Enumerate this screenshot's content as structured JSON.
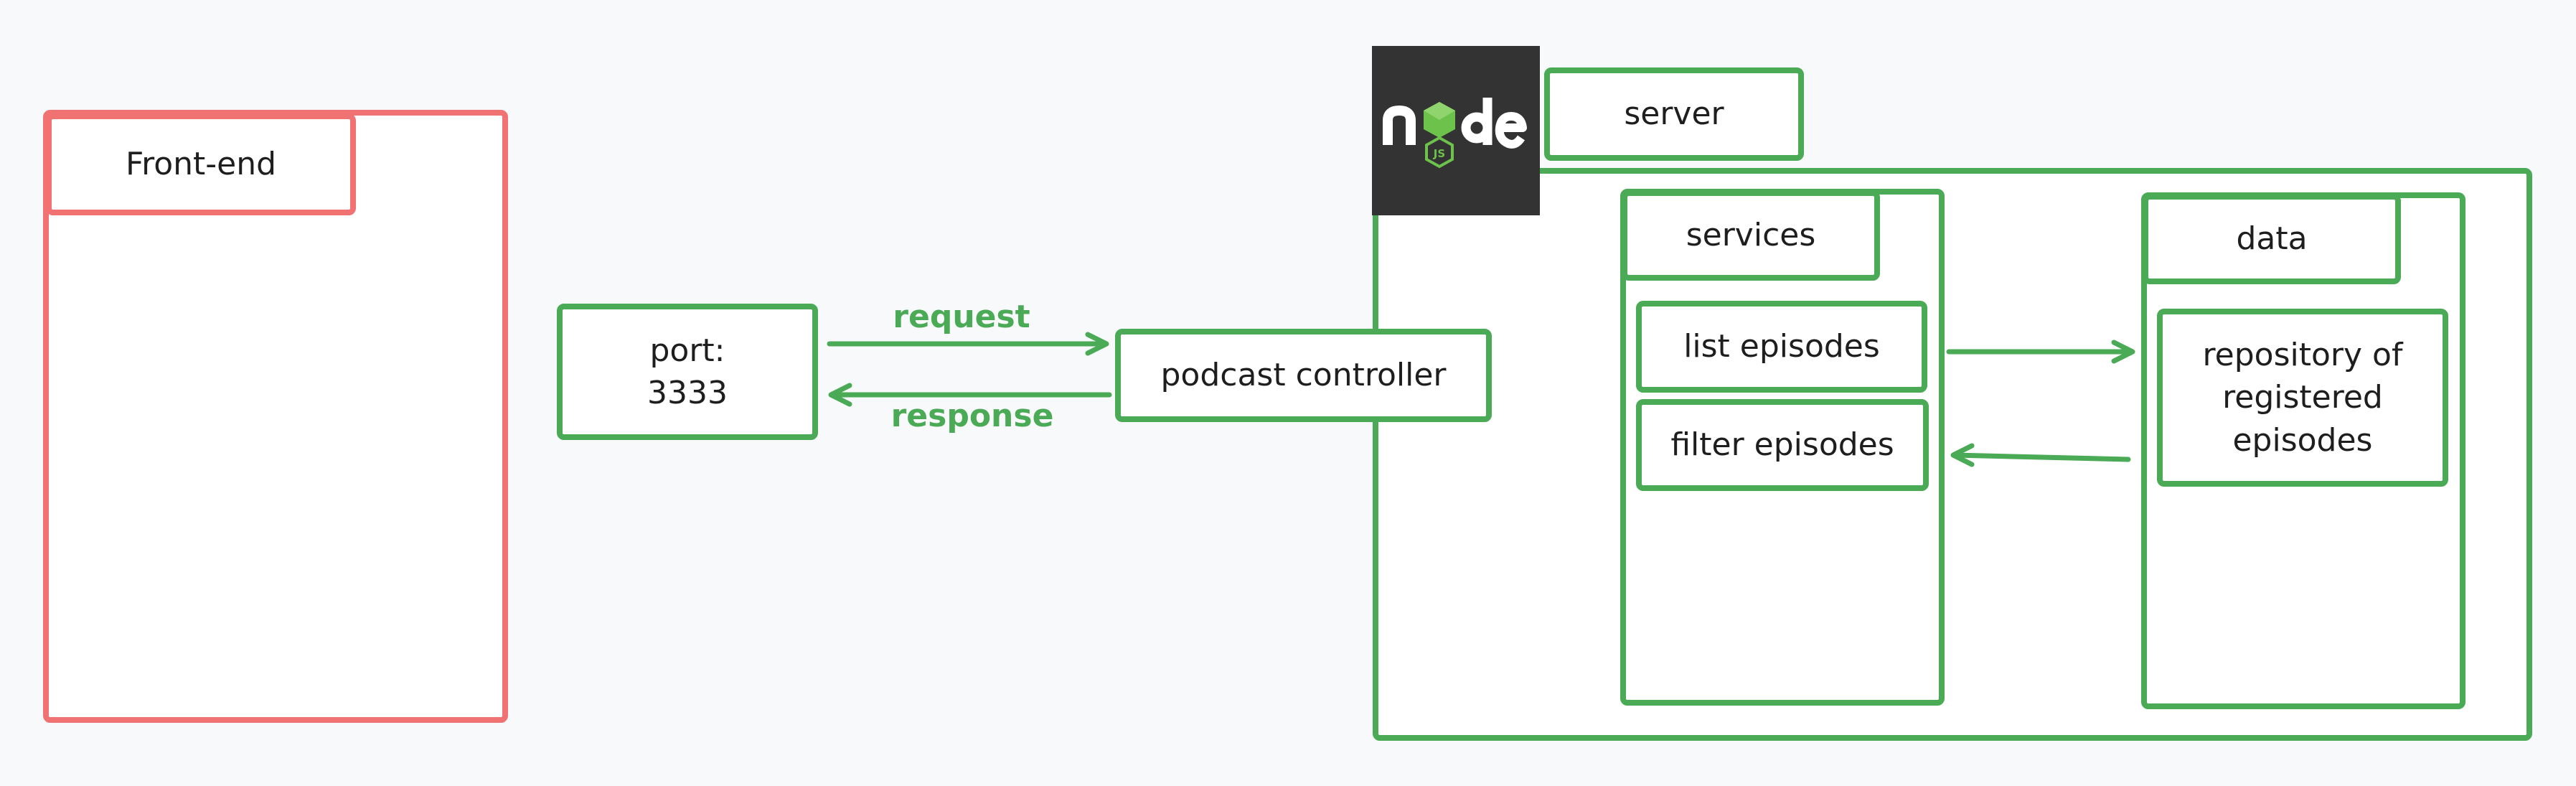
{
  "frontend": {
    "title": "Front-end"
  },
  "port": {
    "label": "port:\n3333"
  },
  "arrows": {
    "request": "request",
    "response": "response"
  },
  "controller": {
    "label": "podcast controller"
  },
  "logo": {
    "name": "node",
    "badge": "JS"
  },
  "server": {
    "title": "server"
  },
  "services": {
    "title": "services",
    "items": [
      "list episodes",
      "filter episodes"
    ]
  },
  "data_section": {
    "title": "data",
    "repository": "repository of\nregistered\nepisodes"
  },
  "colors": {
    "green": "#4aaa55",
    "red": "#f07272",
    "node_dark": "#333333",
    "node_green": "#6cc24a"
  }
}
